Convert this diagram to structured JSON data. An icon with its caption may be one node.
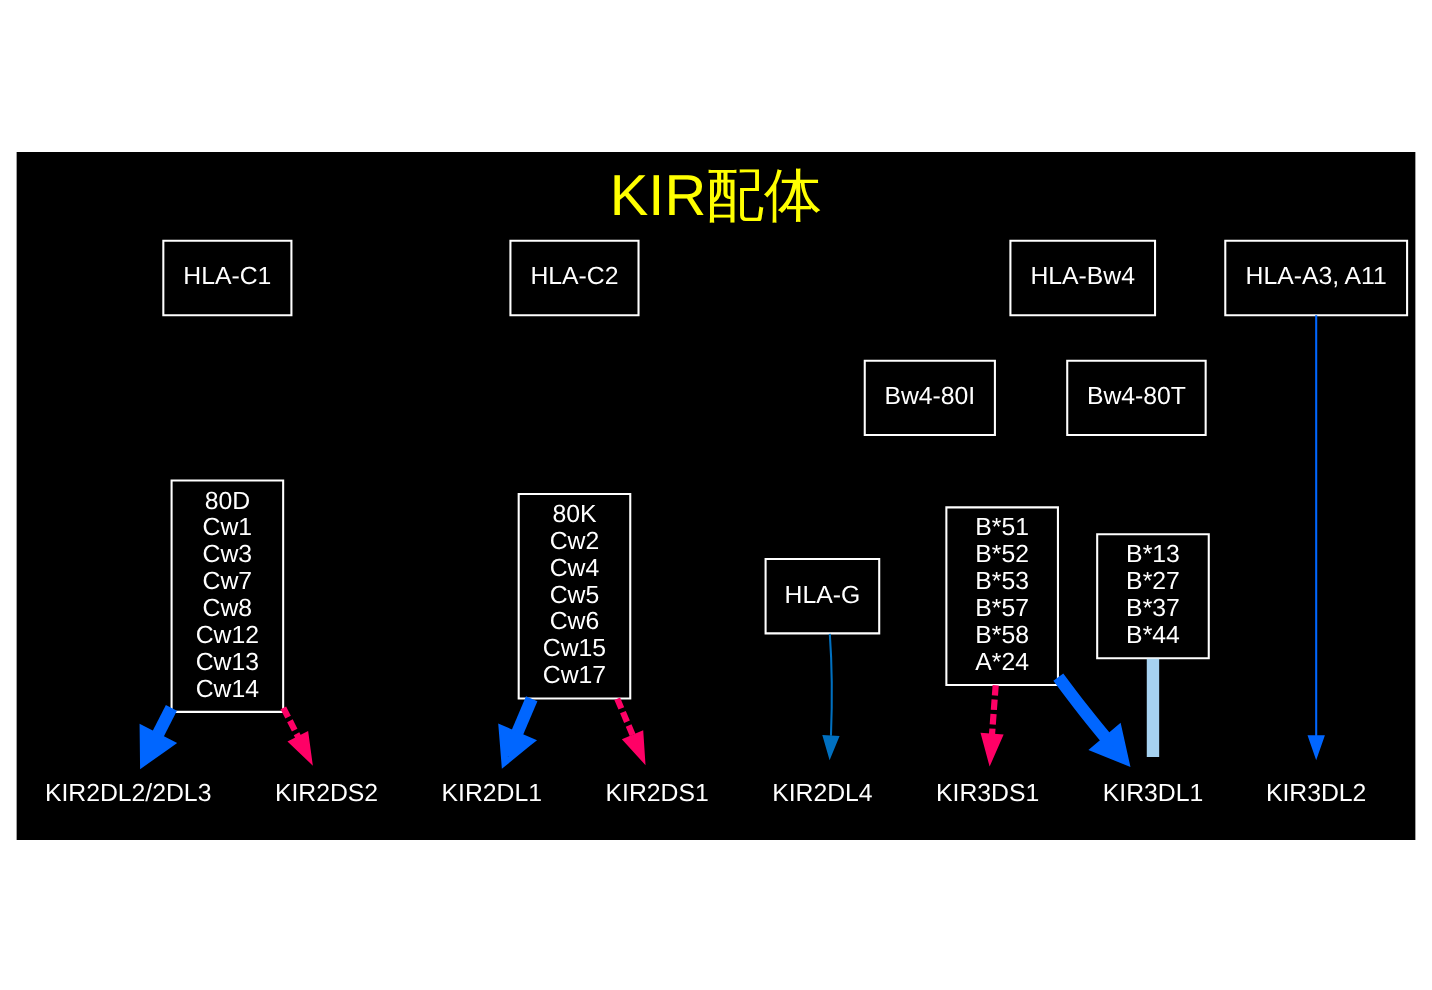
{
  "diagram": {
    "title": "KIR配体",
    "nodes": [
      {
        "text": [
          "HLA-C1"
        ]
      },
      {
        "text": [
          "80D",
          "Cw1",
          "Cw3",
          "Cw7",
          "Cw8",
          "Cw12",
          "Cw13",
          "Cw14"
        ]
      },
      {
        "text": [
          "HLA-C2"
        ]
      },
      {
        "text": [
          "80K",
          "Cw2",
          "Cw4",
          "Cw5",
          "Cw6",
          "Cw15",
          "Cw17"
        ]
      },
      {
        "text": [
          "HLA-G"
        ]
      },
      {
        "text": [
          "HLA-Bw4"
        ]
      },
      {
        "text": [
          "Bw4-80I"
        ]
      },
      {
        "text": [
          "Bw4-80T"
        ]
      },
      {
        "text": [
          "B*51",
          "B*52",
          "B*53",
          "B*57",
          "B*58",
          "A*24"
        ]
      },
      {
        "text": [
          "B*13",
          "B*27",
          "B*37",
          "B*44"
        ]
      },
      {
        "text": [
          "HLA-A3, A11"
        ]
      },
      {
        "text": [
          "KIR2DL2/2DL3"
        ]
      },
      {
        "text": [
          "KIR2DS2"
        ]
      },
      {
        "text": [
          "KIR2DL1"
        ]
      },
      {
        "text": [
          "KIR2DS1"
        ]
      },
      {
        "text": [
          "KIR2DL4"
        ]
      },
      {
        "text": [
          "KIR3DS1"
        ]
      },
      {
        "text": [
          "KIR3DL1"
        ]
      },
      {
        "text": [
          "KIR3DL2"
        ]
      }
    ],
    "edges": [
      {
        "from": 1,
        "to": 11,
        "arrow": "to",
        "style": "thick"
      },
      {
        "from": 1,
        "to": 12,
        "arrow": "to",
        "style": "dashed",
        "color": "#ff0066"
      },
      {
        "from": 3,
        "to": 13,
        "arrow": "to",
        "style": "thick"
      },
      {
        "from": 3,
        "to": 14,
        "arrow": "to",
        "style": "dashed",
        "color": "#ff0066"
      },
      {
        "from": 4,
        "to": 15,
        "arrow": "to",
        "color": "#0070c0"
      },
      {
        "from": 8,
        "to": 16,
        "arrow": "to",
        "style": "dashed",
        "color": "#ff0066"
      },
      {
        "from": 8,
        "to": 17,
        "arrow": "to",
        "style": "thick"
      },
      {
        "from": 9,
        "to": 17,
        "arrow": "none",
        "style": "thick",
        "color": "#a6d2f0"
      },
      {
        "from": 10,
        "to": 18,
        "arrow": "to"
      }
    ]
  }
}
